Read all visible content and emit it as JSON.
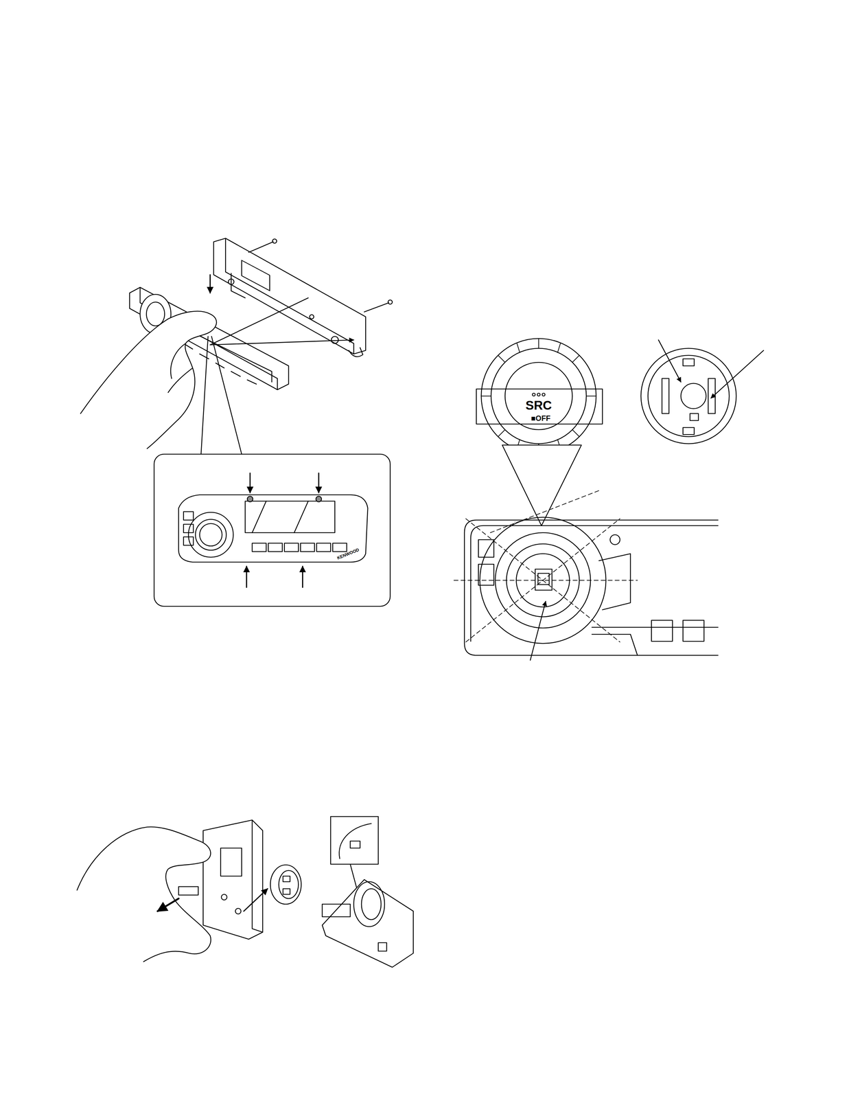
{
  "diagram": {
    "labels": [
      "SRC",
      "■OFF",
      "KENWOOD"
    ]
  }
}
